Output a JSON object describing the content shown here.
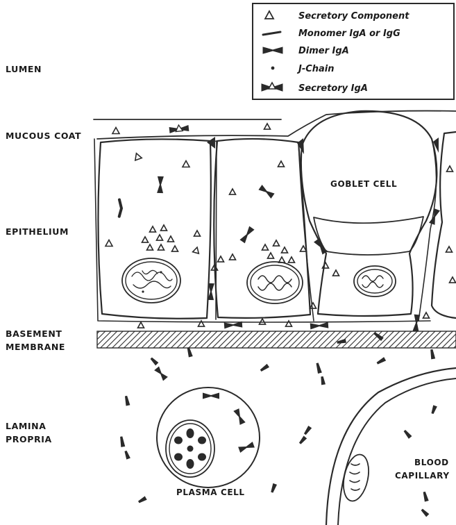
{
  "legend": {
    "items": [
      {
        "symbol": "triangle",
        "label": "Secretory Component"
      },
      {
        "symbol": "monomer",
        "label": "Monomer IgA or IgG"
      },
      {
        "symbol": "dimer",
        "label": "Dimer IgA"
      },
      {
        "symbol": "dot",
        "label": "J-Chain"
      },
      {
        "symbol": "secretory",
        "label": "Secretory IgA"
      }
    ]
  },
  "regions": {
    "lumen": "LUMEN",
    "mucous_coat": "MUCOUS COAT",
    "epithelium": "EPITHELIUM",
    "basement_membrane_line1": "BASEMENT",
    "basement_membrane_line2": "MEMBRANE",
    "lamina_propria_line1": "LAMINA",
    "lamina_propria_line2": "PROPRIA"
  },
  "cells": {
    "goblet_cell": "GOBLET CELL",
    "plasma_cell": "PLASMA CELL",
    "blood_capillary_line1": "BLOOD",
    "blood_capillary_line2": "CAPILLARY"
  },
  "colors": {
    "ink": "#2a2a2a",
    "background": "#ffffff"
  }
}
